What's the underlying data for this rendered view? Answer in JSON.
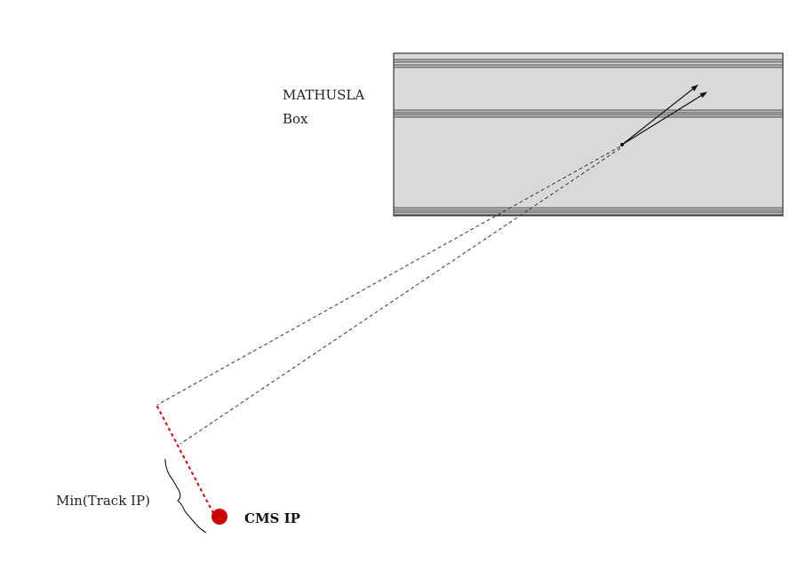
{
  "labels": {
    "box_line1": "MATHUSLA",
    "box_line2": "Box",
    "min_track_ip": "Min(Track IP)",
    "cms_ip": "CMS IP"
  },
  "colors": {
    "box_fill": "#d9d9d9",
    "box_border": "#333333",
    "ip_marker": "#cc0000",
    "track_extrapolation": "#333333",
    "impact_parameter_line": "#e00000"
  }
}
